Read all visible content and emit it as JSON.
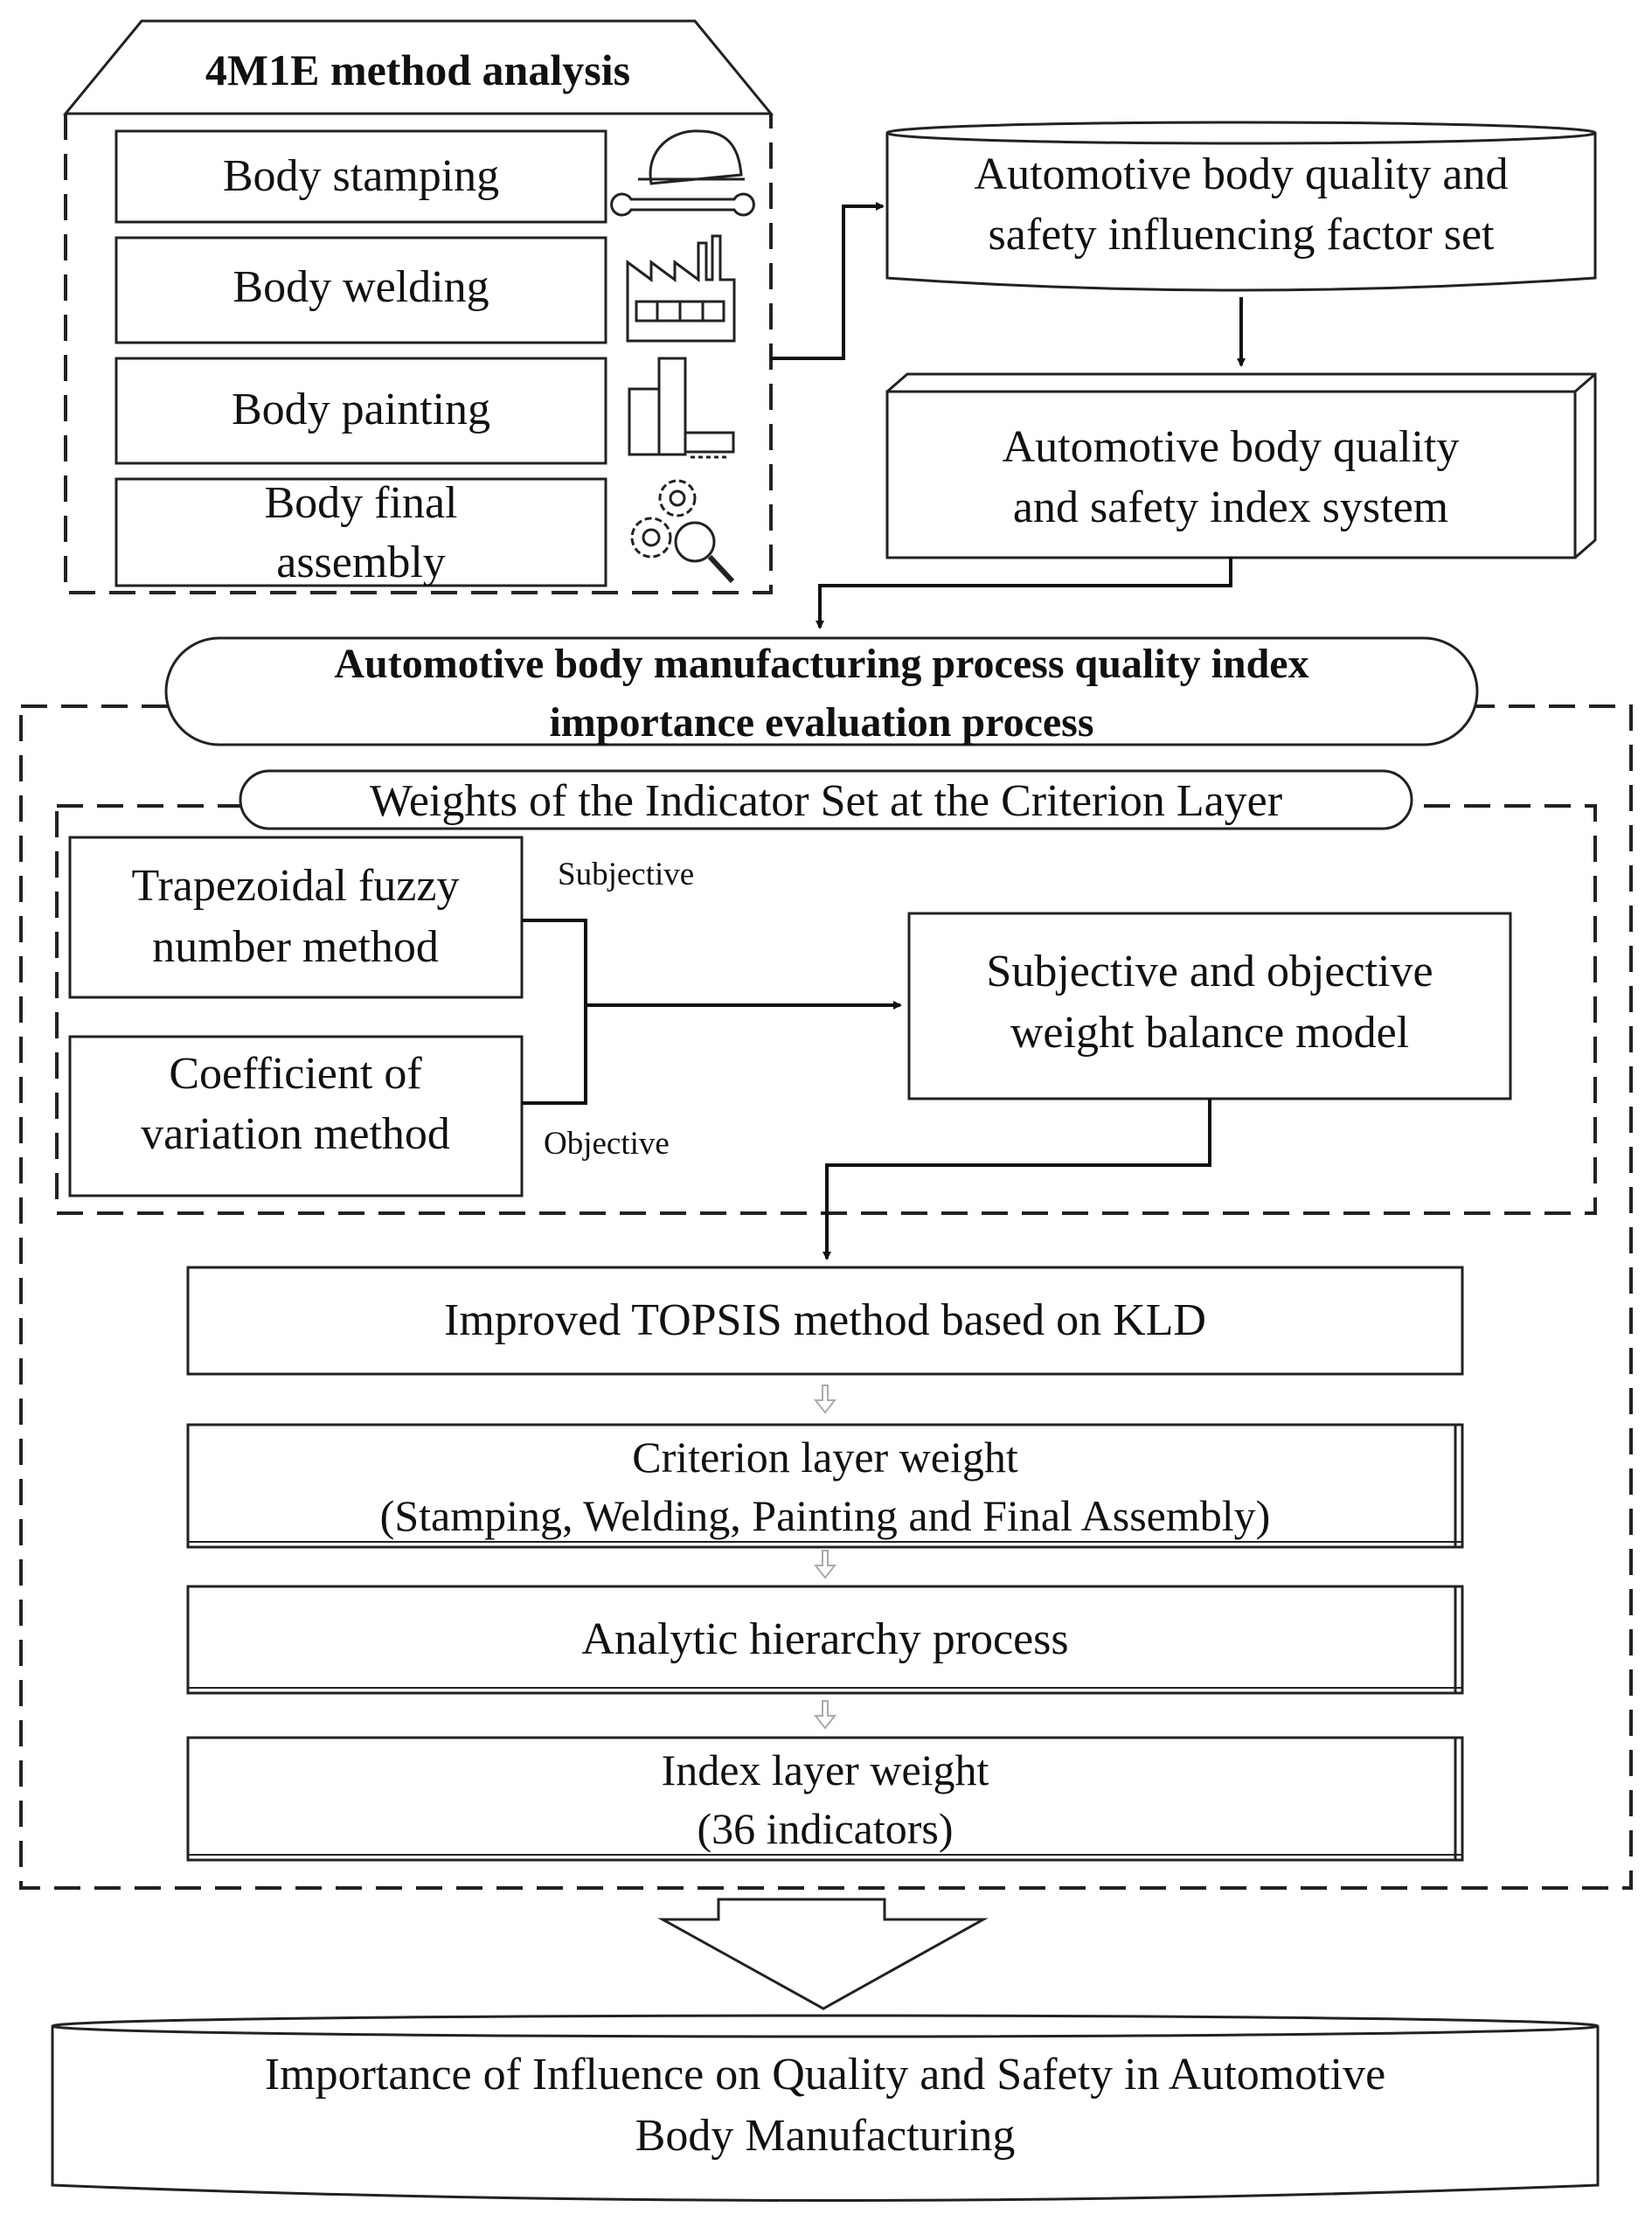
{
  "method_panel": {
    "title": "4M1E method analysis",
    "items": [
      {
        "label": "Body stamping",
        "icon": "car-wrench-icon"
      },
      {
        "label": "Body welding",
        "icon": "factory-icon"
      },
      {
        "label": "Body painting",
        "icon": "paint-booth-icon"
      },
      {
        "label_line1": "Body final",
        "label_line2": "assembly",
        "icon": "gear-search-icon"
      }
    ]
  },
  "factor_set": {
    "line1": "Automotive body quality and",
    "line2": "safety influencing factor set"
  },
  "index_system": {
    "line1": "Automotive body quality",
    "line2": "and safety index system"
  },
  "evaluation": {
    "title_line1": "Automotive body manufacturing process quality index",
    "title_line2": "importance evaluation process"
  },
  "criterion_weights": {
    "title": "Weights of the Indicator Set at the Criterion Layer",
    "trapezoidal": {
      "line1": "Trapezoidal fuzzy",
      "line2": "number method"
    },
    "coefficient": {
      "line1": "Coefficient of",
      "line2": "variation method"
    },
    "subjective_label": "Subjective",
    "objective_label": "Objective",
    "balance_model": {
      "line1": "Subjective and objective",
      "line2": "weight balance model"
    }
  },
  "topsis": {
    "label": "Improved TOPSIS method based on KLD"
  },
  "criterion_layer": {
    "line1": "Criterion layer weight",
    "line2": "(Stamping, Welding, Painting and Final Assembly)"
  },
  "ahp": {
    "label": "Analytic hierarchy process"
  },
  "index_layer": {
    "line1": "Index layer weight",
    "line2": "(36 indicators)"
  },
  "result": {
    "line1": "Importance of Influence on Quality and Safety in Automotive",
    "line2": "Body Manufacturing"
  }
}
